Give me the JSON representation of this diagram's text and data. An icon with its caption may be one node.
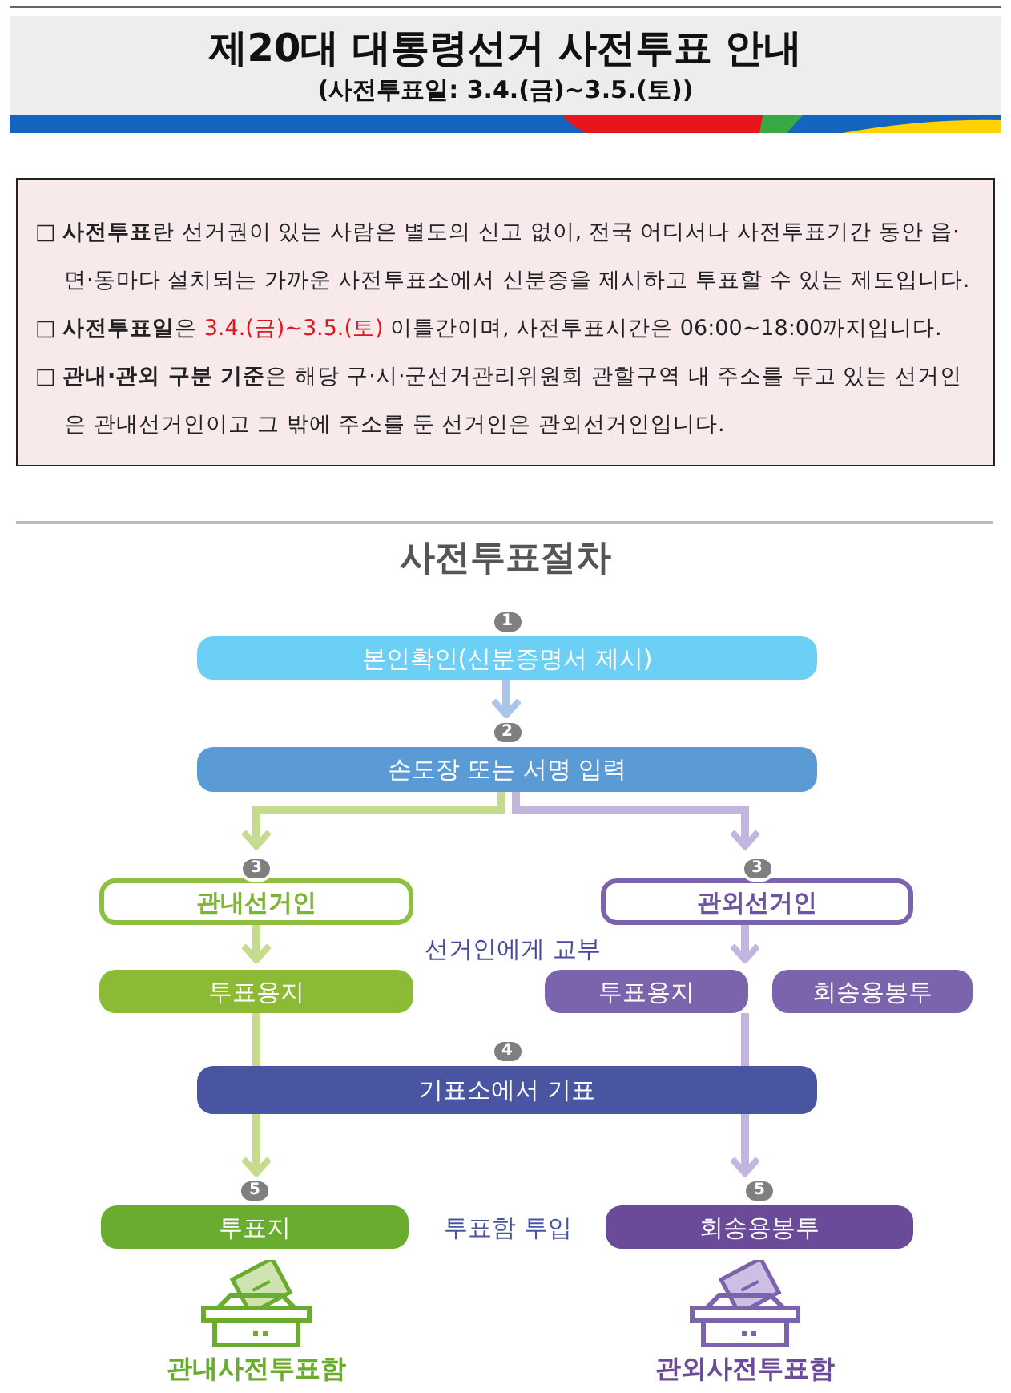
{
  "diagram": {
    "title": "제20대 대통령선거 사전투표 안내",
    "nodes": [
      {
        "text": [
          "본인확인(신분증명서 제시)"
        ],
        "beside": [
          "1"
        ]
      },
      {
        "text": [
          "손도장 또는 서명 입력"
        ],
        "beside": [
          "2"
        ]
      },
      {
        "text": [
          "관내선거인"
        ],
        "beside": [
          "3"
        ]
      },
      {
        "text": [
          "관외선거인"
        ],
        "beside": [
          "3"
        ]
      },
      {
        "text": [
          "투표용지"
        ]
      },
      {
        "text": [
          "투표용지"
        ]
      },
      {
        "text": [
          "회송용봉투"
        ]
      },
      {
        "text": [
          "기표소에서 기표"
        ],
        "beside": [
          "4"
        ]
      },
      {
        "text": [
          "투표지"
        ],
        "beside": [
          "5"
        ]
      },
      {
        "text": [
          "회송용봉투"
        ],
        "beside": [
          "5"
        ]
      }
    ],
    "edges": [
      {
        "from": 0,
        "to": 1,
        "arrow": "to",
        "color": "#a9c6ea"
      },
      {
        "from": 1,
        "to": 2,
        "arrow": "to",
        "color": "#c5dc8e"
      },
      {
        "from": 1,
        "to": 3,
        "arrow": "to",
        "color": "#c3b6de"
      },
      {
        "from": 2,
        "to": 4,
        "arrow": "to",
        "color": "#c5dc8e"
      },
      {
        "from": 3,
        "to": 5,
        "arrow": "to",
        "color": "#c3b6de"
      },
      {
        "from": 4,
        "to": 7,
        "arrow": "none",
        "color": "#c5dc8e"
      },
      {
        "from": 5,
        "to": 7,
        "arrow": "none",
        "color": "#c3b6de"
      },
      {
        "from": 7,
        "to": 8,
        "arrow": "to",
        "color": "#c5dc8e"
      },
      {
        "from": 7,
        "to": 9,
        "arrow": "to",
        "color": "#c3b6de"
      }
    ],
    "labels": [
      "(사전투표일: 3.4.(금)~3.5.(토))",
      "□ **사전투표**란 선거권이 있는 사람은 별도의 신고 없이, 전국 어디서나 사전투표기간 동안 읍·면·동마다 설치되는 가까운 사전투표소에서 신분증을 제시하고 투표할 수 있는 제도입니다.",
      "□ **사전투표일**은",
      "3.4.(금)~3.5.(토)",
      "이틀간이며, 사전투표시간은 06:00~18:00까지입니다.",
      "□ **관내·관외 구분 기준**은 해당 구·시·군선거관리위원회 관할구역 내 주소를 두고 있는 선거인은 관내선거인이고 그 밖에 주소를 둔 선거인은 관외선거인입니다.",
      "사전투표절차",
      "선거인에게 교부",
      "투표함 투입",
      "관내사전투표함",
      "관외사전투표함"
    ]
  }
}
